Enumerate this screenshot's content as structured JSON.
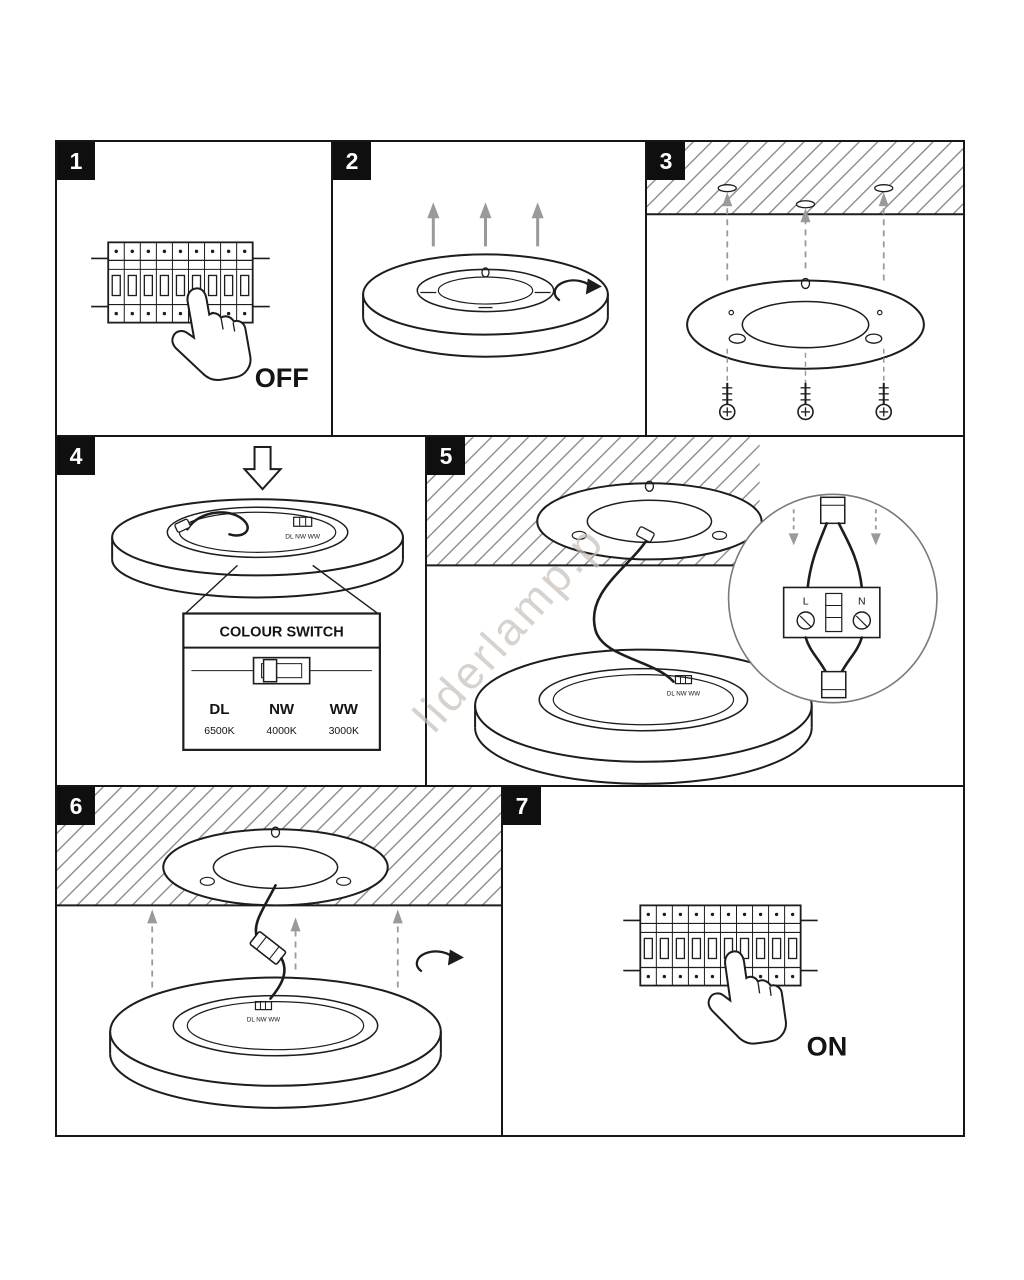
{
  "watermark": "liderlamp.p",
  "panel1": {
    "number": "1",
    "state_label": "OFF"
  },
  "panel2": {
    "number": "2"
  },
  "panel3": {
    "number": "3"
  },
  "panel4": {
    "number": "4",
    "lamp_switch_label": "DL NW WW",
    "callout": {
      "title": "COLOUR SWITCH",
      "options": [
        {
          "name": "DL",
          "kelvin": "6500K"
        },
        {
          "name": "NW",
          "kelvin": "4000K"
        },
        {
          "name": "WW",
          "kelvin": "3000K"
        }
      ]
    }
  },
  "panel5": {
    "number": "5",
    "lamp_switch_label": "DL NW WW",
    "terminals": {
      "live": "L",
      "neutral": "N"
    }
  },
  "panel6": {
    "number": "6",
    "lamp_switch_label": "DL NW WW"
  },
  "panel7": {
    "number": "7",
    "state_label": "ON"
  }
}
